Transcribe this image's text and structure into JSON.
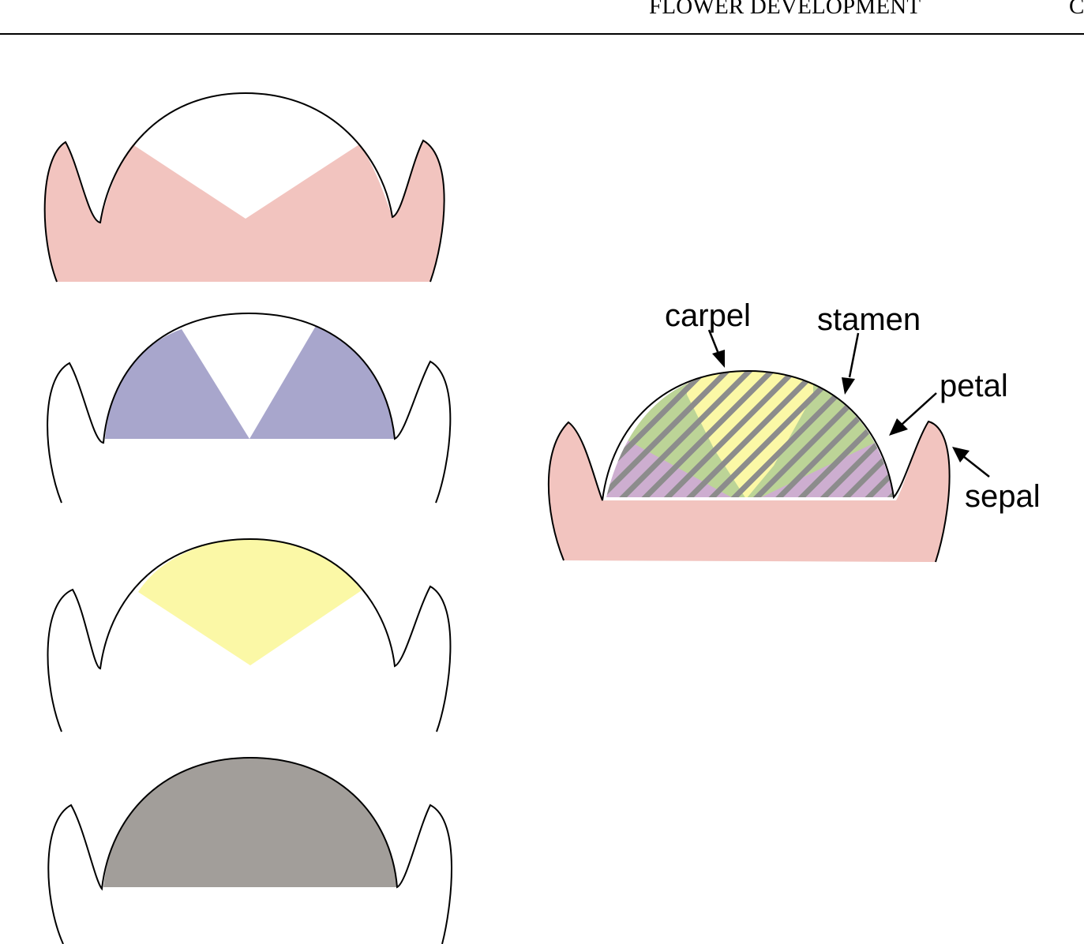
{
  "header": {
    "title": "FLOWER DEVELOPMENT",
    "initial": "C"
  },
  "labels": {
    "carpel": "carpel",
    "stamen": "stamen",
    "petal": "petal",
    "sepal": "sepal"
  },
  "colors": {
    "sepal_pink": "#f2c4bf",
    "petal_blue": "#a8a6cc",
    "stamen_yellow": "#fbf8a6",
    "carpel_gray": "#a29e9a",
    "overlap_green": "#bcd497",
    "overlap_purple": "#cdaed0",
    "hatch": "#8c8c8c",
    "outline": "#000000"
  }
}
